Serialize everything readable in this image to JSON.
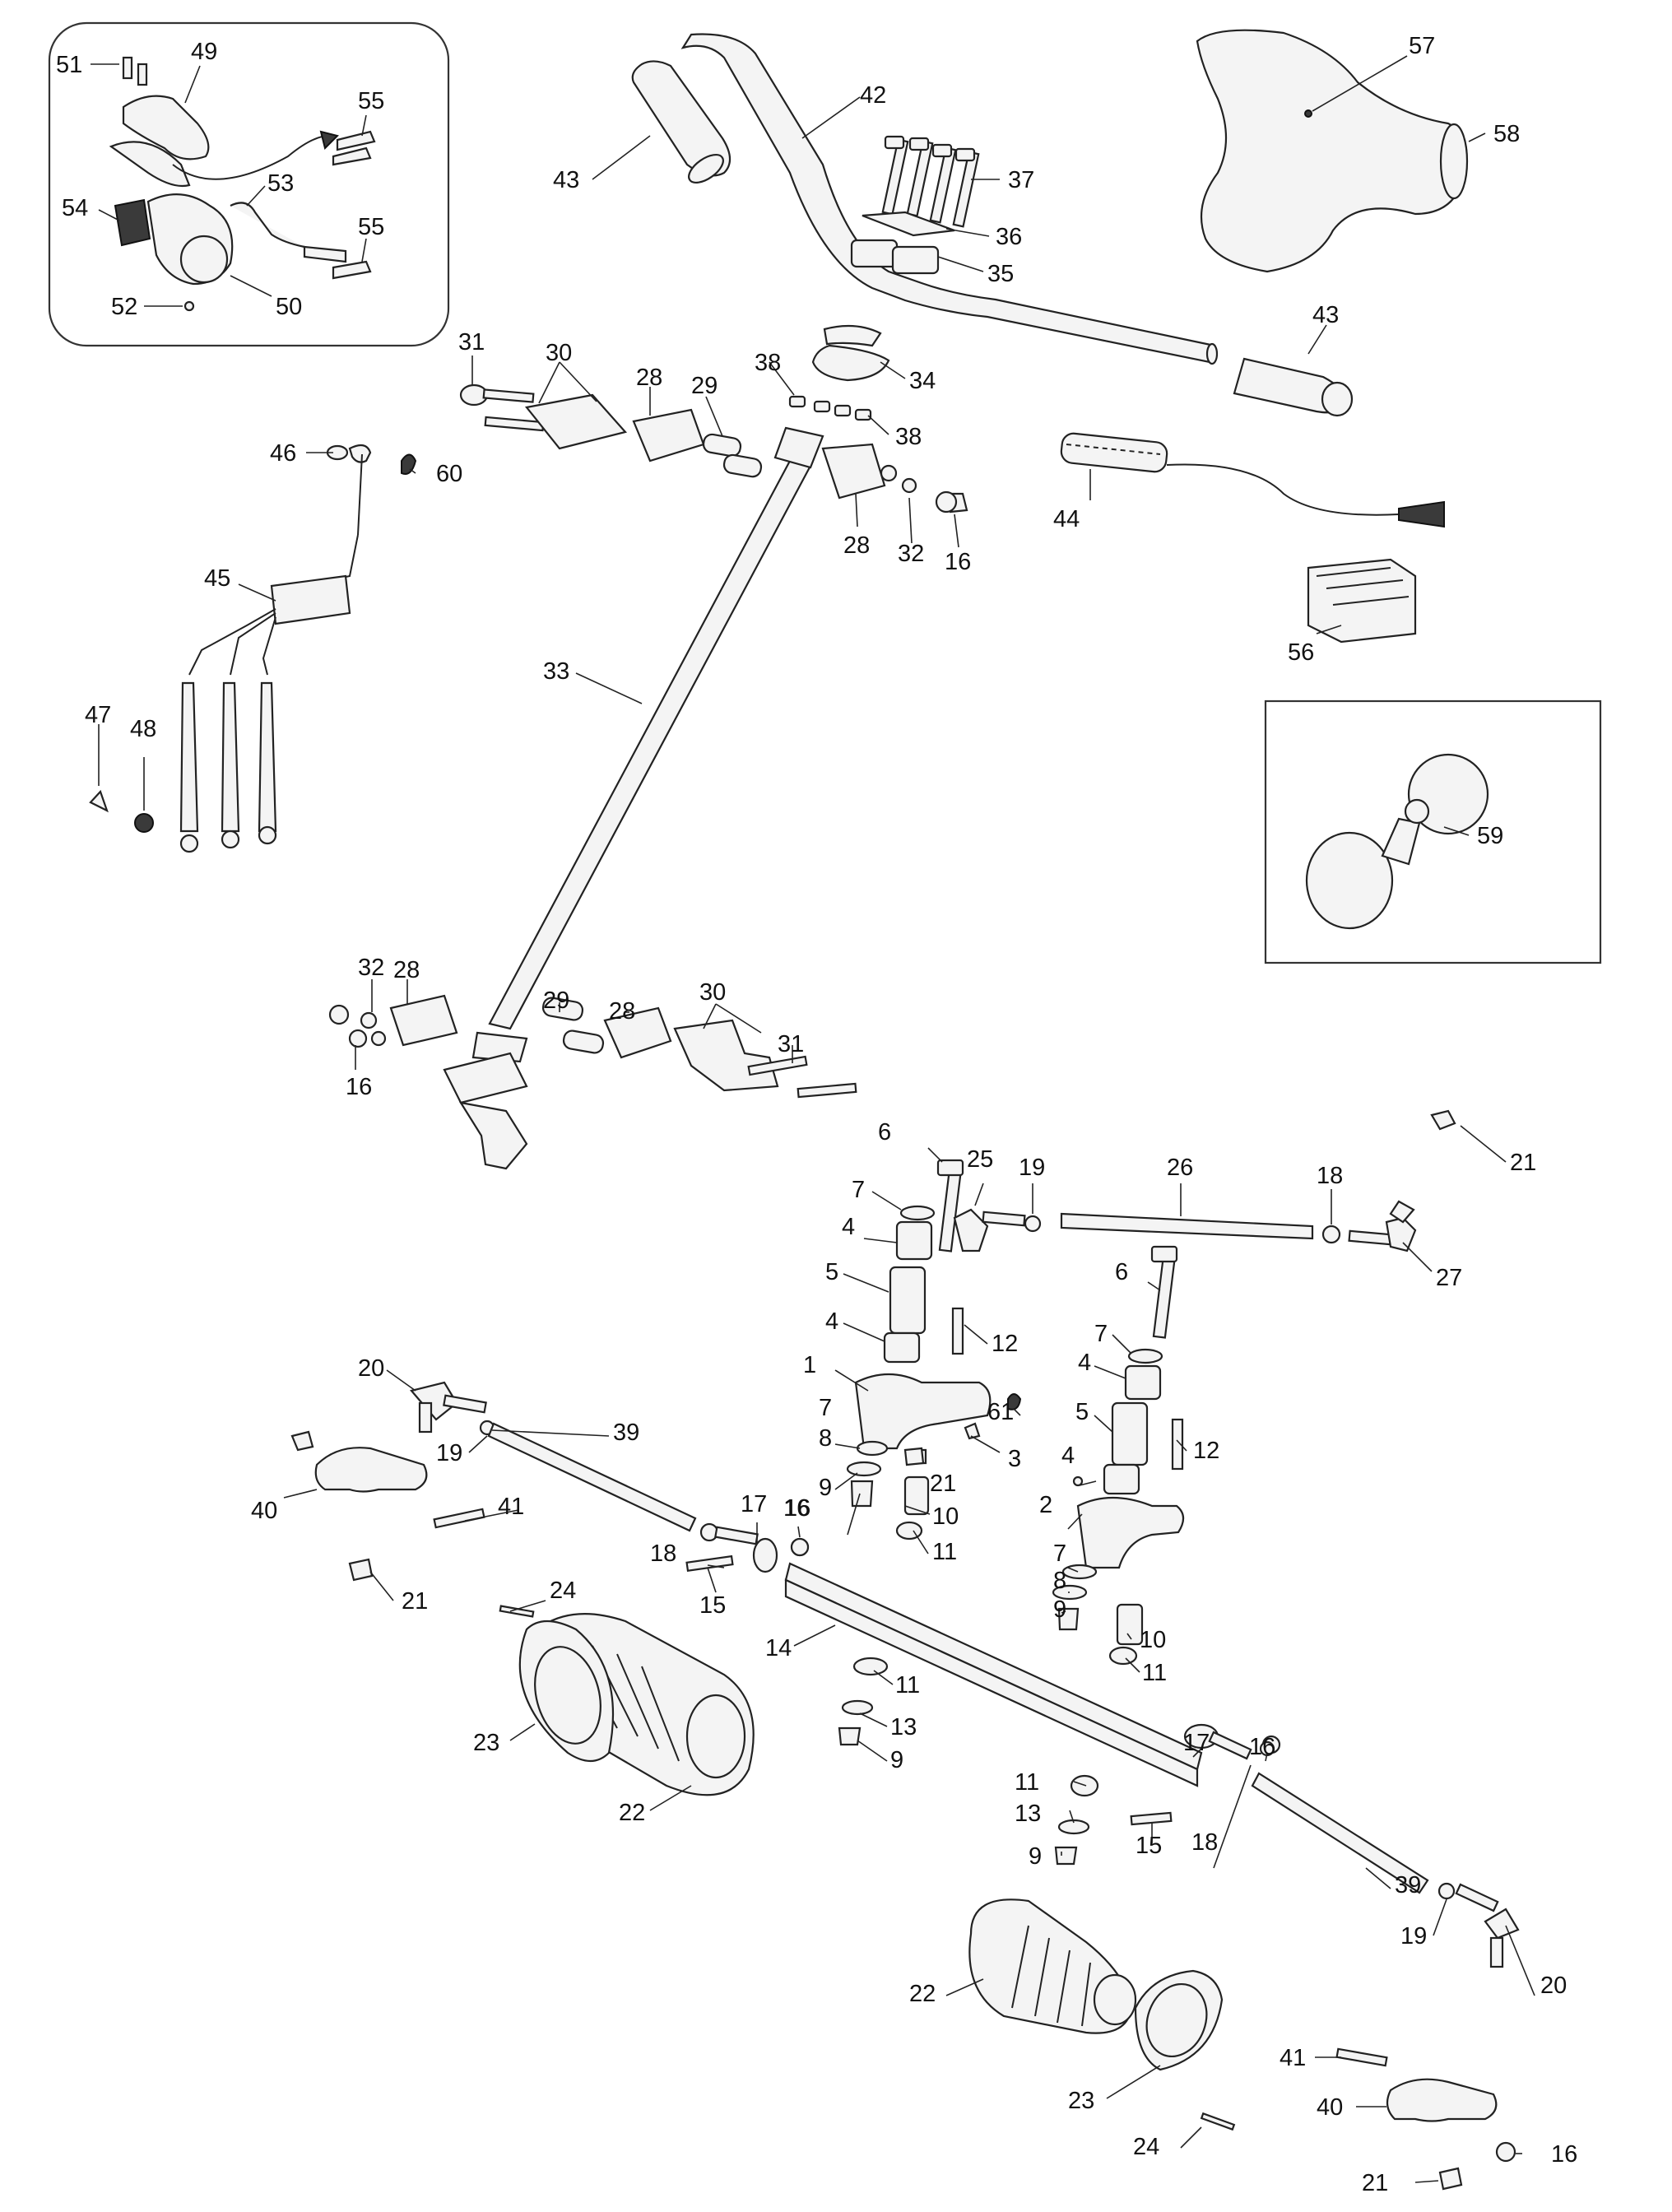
{
  "labels": [
    {
      "id": "c51",
      "text": "51"
    },
    {
      "id": "c49",
      "text": "49"
    },
    {
      "id": "c55a",
      "text": "55"
    },
    {
      "id": "c54",
      "text": "54"
    },
    {
      "id": "c53",
      "text": "53"
    },
    {
      "id": "c55b",
      "text": "55"
    },
    {
      "id": "c52",
      "text": "52"
    },
    {
      "id": "c50",
      "text": "50"
    },
    {
      "id": "c43a",
      "text": "43"
    },
    {
      "id": "c42",
      "text": "42"
    },
    {
      "id": "c37",
      "text": "37"
    },
    {
      "id": "c36",
      "text": "36"
    },
    {
      "id": "c35",
      "text": "35"
    },
    {
      "id": "c57",
      "text": "57"
    },
    {
      "id": "c58",
      "text": "58"
    },
    {
      "id": "c43b",
      "text": "43"
    },
    {
      "id": "c31a",
      "text": "31"
    },
    {
      "id": "c30a",
      "text": "30"
    },
    {
      "id": "c28a",
      "text": "28"
    },
    {
      "id": "c29a",
      "text": "29"
    },
    {
      "id": "c38a",
      "text": "38"
    },
    {
      "id": "c34",
      "text": "34"
    },
    {
      "id": "c38b",
      "text": "38"
    },
    {
      "id": "c46",
      "text": "46"
    },
    {
      "id": "c60",
      "text": "60"
    },
    {
      "id": "c28b",
      "text": "28"
    },
    {
      "id": "c32a",
      "text": "32"
    },
    {
      "id": "c16a",
      "text": "16"
    },
    {
      "id": "c44",
      "text": "44"
    },
    {
      "id": "c56",
      "text": "56"
    },
    {
      "id": "c45",
      "text": "45"
    },
    {
      "id": "c33",
      "text": "33"
    },
    {
      "id": "c47",
      "text": "47"
    },
    {
      "id": "c48",
      "text": "48"
    },
    {
      "id": "c59",
      "text": "59"
    },
    {
      "id": "c32b",
      "text": "32"
    },
    {
      "id": "c28c",
      "text": "28"
    },
    {
      "id": "c16b",
      "text": "16"
    },
    {
      "id": "c29b",
      "text": "29"
    },
    {
      "id": "c28d",
      "text": "28"
    },
    {
      "id": "c30b",
      "text": "30"
    },
    {
      "id": "c31b",
      "text": "31"
    },
    {
      "id": "c6a",
      "text": "6"
    },
    {
      "id": "c25",
      "text": "25"
    },
    {
      "id": "c19a",
      "text": "19"
    },
    {
      "id": "c26",
      "text": "26"
    },
    {
      "id": "c18a",
      "text": "18"
    },
    {
      "id": "c21a",
      "text": "21"
    },
    {
      "id": "c27",
      "text": "27"
    },
    {
      "id": "c7a",
      "text": "7"
    },
    {
      "id": "c4a",
      "text": "4"
    },
    {
      "id": "c5a",
      "text": "5"
    },
    {
      "id": "c4b",
      "text": "4"
    },
    {
      "id": "c12a",
      "text": "12"
    },
    {
      "id": "c6b",
      "text": "6"
    },
    {
      "id": "c7b",
      "text": "7"
    },
    {
      "id": "c4c",
      "text": "4"
    },
    {
      "id": "c20a",
      "text": "20"
    },
    {
      "id": "c1",
      "text": "1"
    },
    {
      "id": "c61",
      "text": "61"
    },
    {
      "id": "c5b",
      "text": "5"
    },
    {
      "id": "c12b",
      "text": "12"
    },
    {
      "id": "c39a",
      "text": "39"
    },
    {
      "id": "c7c",
      "text": "7"
    },
    {
      "id": "c16c",
      "text": "16"
    },
    {
      "id": "c19b",
      "text": "19"
    },
    {
      "id": "c3",
      "text": "3"
    },
    {
      "id": "c4d",
      "text": "4"
    },
    {
      "id": "c8a",
      "text": "8"
    },
    {
      "id": "c21b",
      "text": "21"
    },
    {
      "id": "c40a",
      "text": "40"
    },
    {
      "id": "c9a",
      "text": "9"
    },
    {
      "id": "c2",
      "text": "2"
    },
    {
      "id": "c10a",
      "text": "10"
    },
    {
      "id": "c41a",
      "text": "41"
    },
    {
      "id": "c17a",
      "text": "17"
    },
    {
      "id": "c16d",
      "text": "16"
    },
    {
      "id": "c11a",
      "text": "11"
    },
    {
      "id": "c18b",
      "text": "18"
    },
    {
      "id": "c7d",
      "text": "7"
    },
    {
      "id": "c15a",
      "text": "15"
    },
    {
      "id": "c8b",
      "text": "8"
    },
    {
      "id": "c21c",
      "text": "21"
    },
    {
      "id": "c24a",
      "text": "24"
    },
    {
      "id": "c9b",
      "text": "9"
    },
    {
      "id": "c10b",
      "text": "10"
    },
    {
      "id": "c14",
      "text": "14"
    },
    {
      "id": "c11b",
      "text": "11"
    },
    {
      "id": "c11c",
      "text": "11"
    },
    {
      "id": "c23a",
      "text": "23"
    },
    {
      "id": "c13a",
      "text": "13"
    },
    {
      "id": "c9c",
      "text": "9"
    },
    {
      "id": "c22a",
      "text": "22"
    },
    {
      "id": "c17b",
      "text": "17"
    },
    {
      "id": "c16e",
      "text": "16"
    },
    {
      "id": "c11d",
      "text": "11"
    },
    {
      "id": "c13b",
      "text": "13"
    },
    {
      "id": "c15b",
      "text": "15"
    },
    {
      "id": "c18c",
      "text": "18"
    },
    {
      "id": "c9d",
      "text": "9"
    },
    {
      "id": "c39b",
      "text": "39"
    },
    {
      "id": "c22b",
      "text": "22"
    },
    {
      "id": "c19c",
      "text": "19"
    },
    {
      "id": "c20b",
      "text": "20"
    },
    {
      "id": "c41b",
      "text": "41"
    },
    {
      "id": "c23b",
      "text": "23"
    },
    {
      "id": "c40b",
      "text": "40"
    },
    {
      "id": "c24b",
      "text": "24"
    },
    {
      "id": "c16f",
      "text": "16"
    },
    {
      "id": "c21d",
      "text": "21"
    }
  ]
}
